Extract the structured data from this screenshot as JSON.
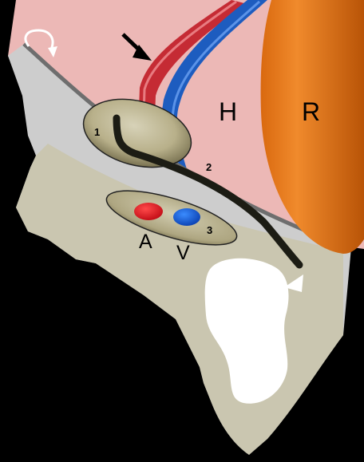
{
  "labels": {
    "heart": "H",
    "right_structure": "R",
    "artery": "A",
    "vein": "V",
    "marker_1": "1",
    "marker_2": "2",
    "marker_3": "3"
  },
  "colors": {
    "background": "#000000",
    "pink_region": "#ecb8b6",
    "gray_tissue": "#cdcdcd",
    "tan_band": "#cbc6ad",
    "orange_structure": "#e0741c",
    "artery_red": "#cc2e36",
    "vein_blue": "#1d5cbf",
    "catheter_line": "#1c1c14"
  },
  "icons": {
    "rotation": "curved-arrow-icon",
    "pointer": "black-arrow-icon",
    "tip": "white-triangle-icon"
  }
}
